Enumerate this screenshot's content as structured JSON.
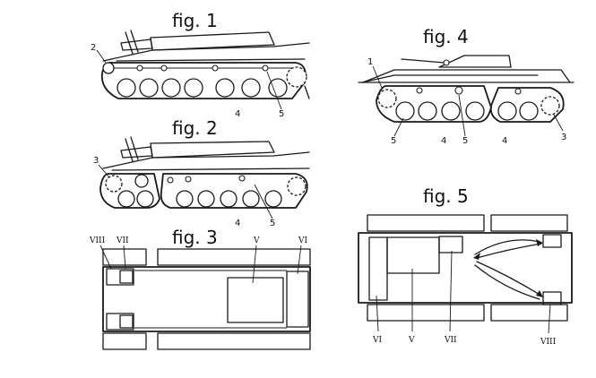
{
  "figures": {
    "fig1": {
      "title": "fig. 1",
      "labels": {
        "a": "2",
        "b": "4",
        "c": "5"
      }
    },
    "fig2": {
      "title": "fig. 2",
      "labels": {
        "a": "3",
        "b": "4",
        "c": "5"
      }
    },
    "fig3": {
      "title": "fig. 3",
      "labels": {
        "a": "VIII",
        "b": "VII",
        "c": "V",
        "d": "VI"
      }
    },
    "fig4": {
      "title": "fig. 4",
      "labels": {
        "a": "1",
        "b": "5",
        "c": "4",
        "d": "5",
        "e": "4",
        "f": "3"
      }
    },
    "fig5": {
      "title": "fig. 5",
      "labels": {
        "a": "VI",
        "b": "V",
        "c": "VII",
        "d": "VIII"
      }
    }
  }
}
